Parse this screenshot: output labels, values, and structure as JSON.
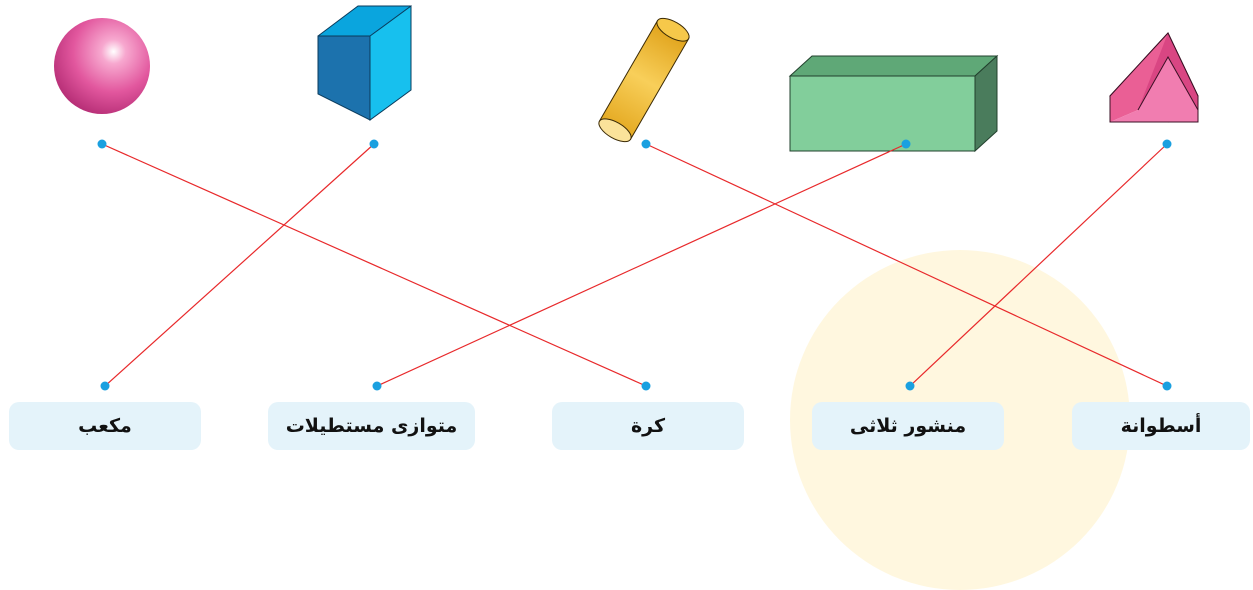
{
  "shapes": [
    {
      "id": "sphere",
      "icon": "sphere-icon",
      "color": "#e0509a"
    },
    {
      "id": "cube",
      "icon": "cube-icon",
      "color": "#1e9bd7"
    },
    {
      "id": "cylinder",
      "icon": "cylinder-icon",
      "color": "#f2c042"
    },
    {
      "id": "rectangular-prism",
      "icon": "rectangular-prism-icon",
      "color": "#7cc894"
    },
    {
      "id": "triangular-prism",
      "icon": "triangular-prism-icon",
      "color": "#ee6ea6"
    }
  ],
  "labels": [
    {
      "id": "cube",
      "text": "مكعب"
    },
    {
      "id": "cuboid",
      "text": "متوازى مستطيلات"
    },
    {
      "id": "sphere",
      "text": "كرة"
    },
    {
      "id": "triangular-prism",
      "text": "منشور ثلاثى"
    },
    {
      "id": "cylinder",
      "text": "أسطوانة"
    }
  ],
  "connections": [
    {
      "shape": "sphere",
      "label": "sphere"
    },
    {
      "shape": "cube",
      "label": "cube"
    },
    {
      "shape": "cylinder",
      "label": "cylinder"
    },
    {
      "shape": "rectangular-prism",
      "label": "cuboid"
    },
    {
      "shape": "triangular-prism",
      "label": "triangular-prism"
    }
  ],
  "colors": {
    "line": "#e8292b",
    "dot": "#1aa0e0",
    "label_bg": "#e4f3fa"
  }
}
